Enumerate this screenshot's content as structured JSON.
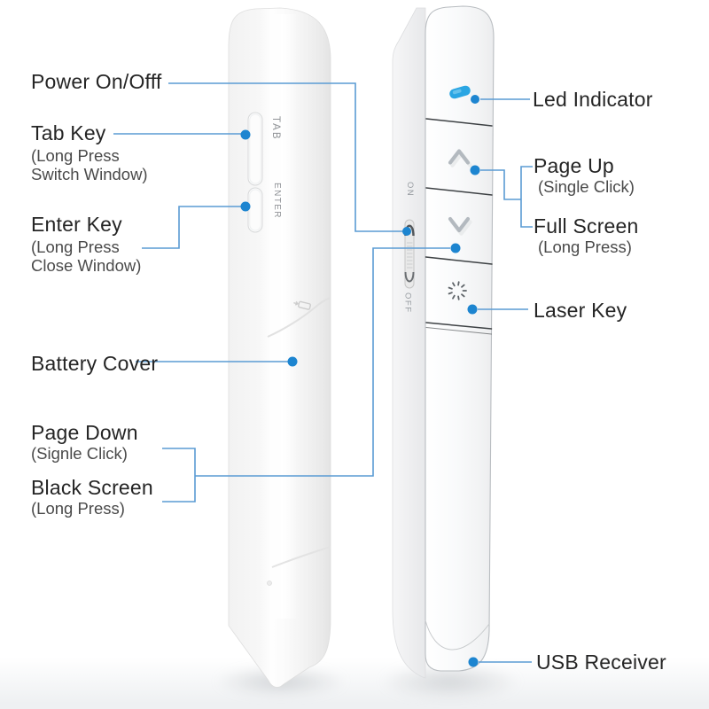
{
  "colors": {
    "line": "#5a9bd4",
    "dot": "#1d85d0",
    "led": "#2ba6e3"
  },
  "annotations": {
    "power": {
      "label": "Power On/Offf"
    },
    "tab": {
      "label": "Tab Key",
      "sub1": "(Long Press",
      "sub2": "Switch Window)"
    },
    "enter": {
      "label": "Enter Key",
      "sub1": "(Long Press",
      "sub2": "Close Window)"
    },
    "battery": {
      "label": "Battery Cover"
    },
    "page_down": {
      "label": "Page Down",
      "sub1": "(Signle Click)"
    },
    "black_screen": {
      "label": "Black Screen",
      "sub1": "(Long Press)"
    },
    "led": {
      "label": "Led Indicator"
    },
    "page_up": {
      "label": "Page Up",
      "sub1": "(Single Click)"
    },
    "full_screen": {
      "label": "Full Screen",
      "sub1": "(Long Press)"
    },
    "laser": {
      "label": "Laser Key"
    },
    "usb": {
      "label": "USB Receiver"
    }
  },
  "engravings": {
    "tab": "TAB",
    "enter": "ENTER",
    "on": "ON",
    "off": "OFF"
  }
}
